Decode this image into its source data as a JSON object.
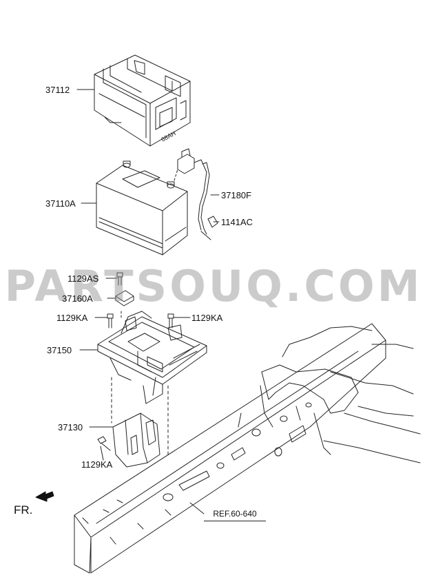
{
  "parts": {
    "p37112": "37112",
    "p37110A": "37110A",
    "p37180F": "37180F",
    "p1141AC": "1141AC",
    "p1129AS": "1129AS",
    "p37160A": "37160A",
    "p1129KA_left": "1129KA",
    "p1129KA_right": "1129KA",
    "p37150": "37150",
    "p37130": "37130",
    "p1129KA_bottom": "1129KA"
  },
  "reference": "REF.60-640",
  "direction": "FR.",
  "watermark": "PARTSOUQ.COM",
  "tray_marking": "68AH",
  "colors": {
    "line": "#222222",
    "watermark": "#8c8c8c"
  }
}
